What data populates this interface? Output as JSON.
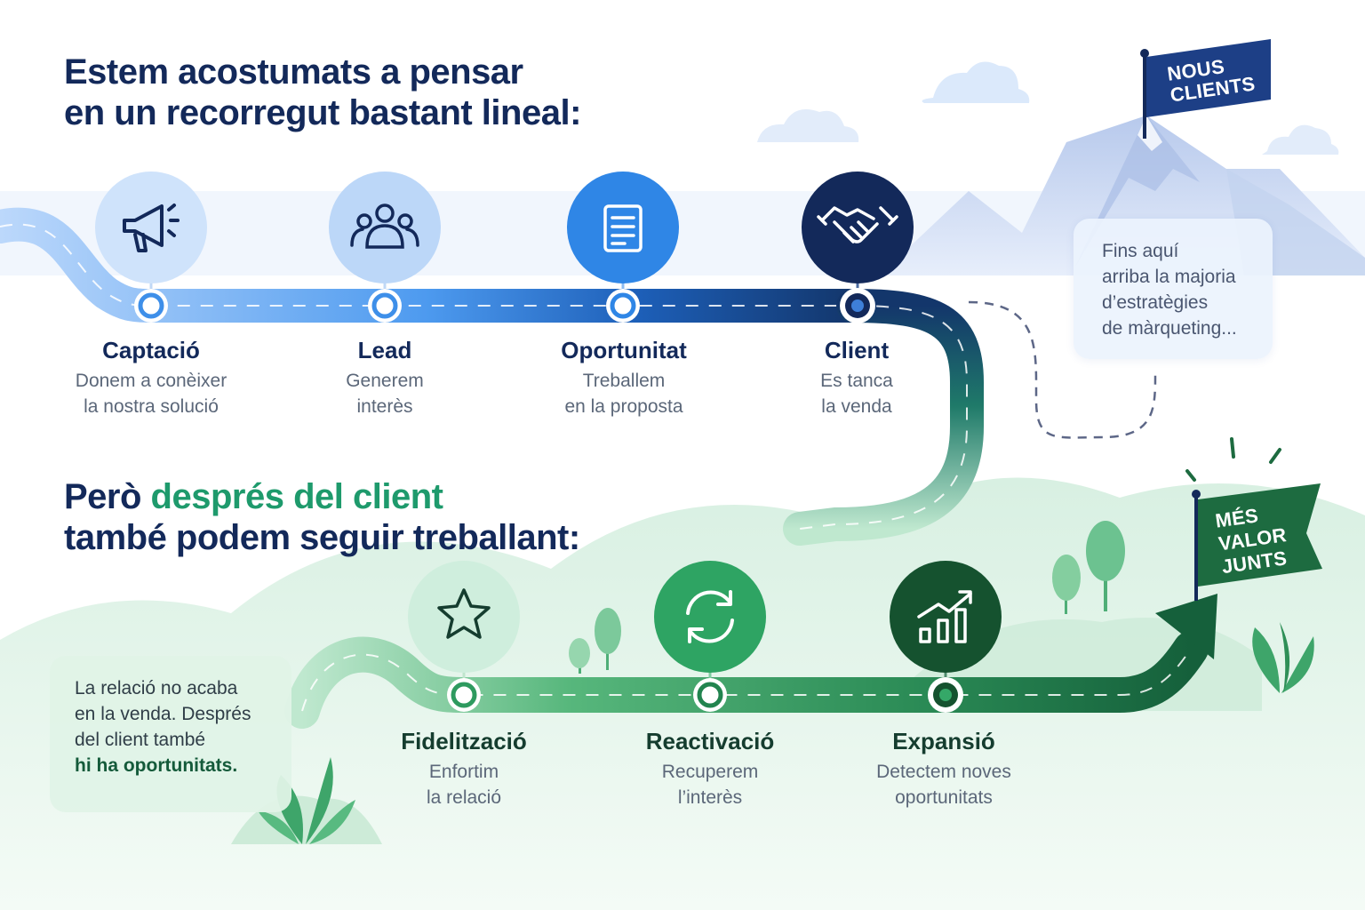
{
  "headline_top": {
    "line1": "Estem acostumats a pensar",
    "line2": "en un recorregut bastant lineal:"
  },
  "headline_bottom": {
    "prefix": "Però ",
    "accent": "després del client",
    "line2": "també podem seguir treballant:"
  },
  "stages_top": [
    {
      "title": "Captació",
      "desc1": "Donem a conèixer",
      "desc2": "la nostra solució",
      "icon": "megaphone-icon"
    },
    {
      "title": "Lead",
      "desc1": "Generem",
      "desc2": "interès",
      "icon": "people-icon"
    },
    {
      "title": "Oportunitat",
      "desc1": "Treballem",
      "desc2": "en la proposta",
      "icon": "document-icon"
    },
    {
      "title": "Client",
      "desc1": "Es tanca",
      "desc2": "la venda",
      "icon": "handshake-icon"
    }
  ],
  "stages_bottom": [
    {
      "title": "Fidelització",
      "desc1": "Enfortim",
      "desc2": "la relació",
      "icon": "star-icon"
    },
    {
      "title": "Reactivació",
      "desc1": "Recuperem",
      "desc2": "l’interès",
      "icon": "refresh-icon"
    },
    {
      "title": "Expansió",
      "desc1": "Detectem noves",
      "desc2": "oportunitats",
      "icon": "growth-chart-icon"
    }
  ],
  "note_top": {
    "line1": "Fins aquí",
    "line2": "arriba la majoria",
    "line3": "d’estratègies",
    "line4": "de màrqueting..."
  },
  "note_bottom": {
    "line1": "La relació no acaba",
    "line2": "en la venda. Després",
    "line3": "del client també",
    "line4": "hi ha oportunitats."
  },
  "flag_top": {
    "line1": "NOUS",
    "line2": "CLIENTS"
  },
  "flag_bottom": {
    "line1": "MÉS",
    "line2": "VALOR",
    "line3": "JUNTS"
  },
  "colors": {
    "navy": "#13295a",
    "blue": "#2f86e6",
    "light_blue": "#d3e5fb",
    "green": "#1e9a6c",
    "dark_green": "#155d3b",
    "mint": "#cfeedd"
  }
}
